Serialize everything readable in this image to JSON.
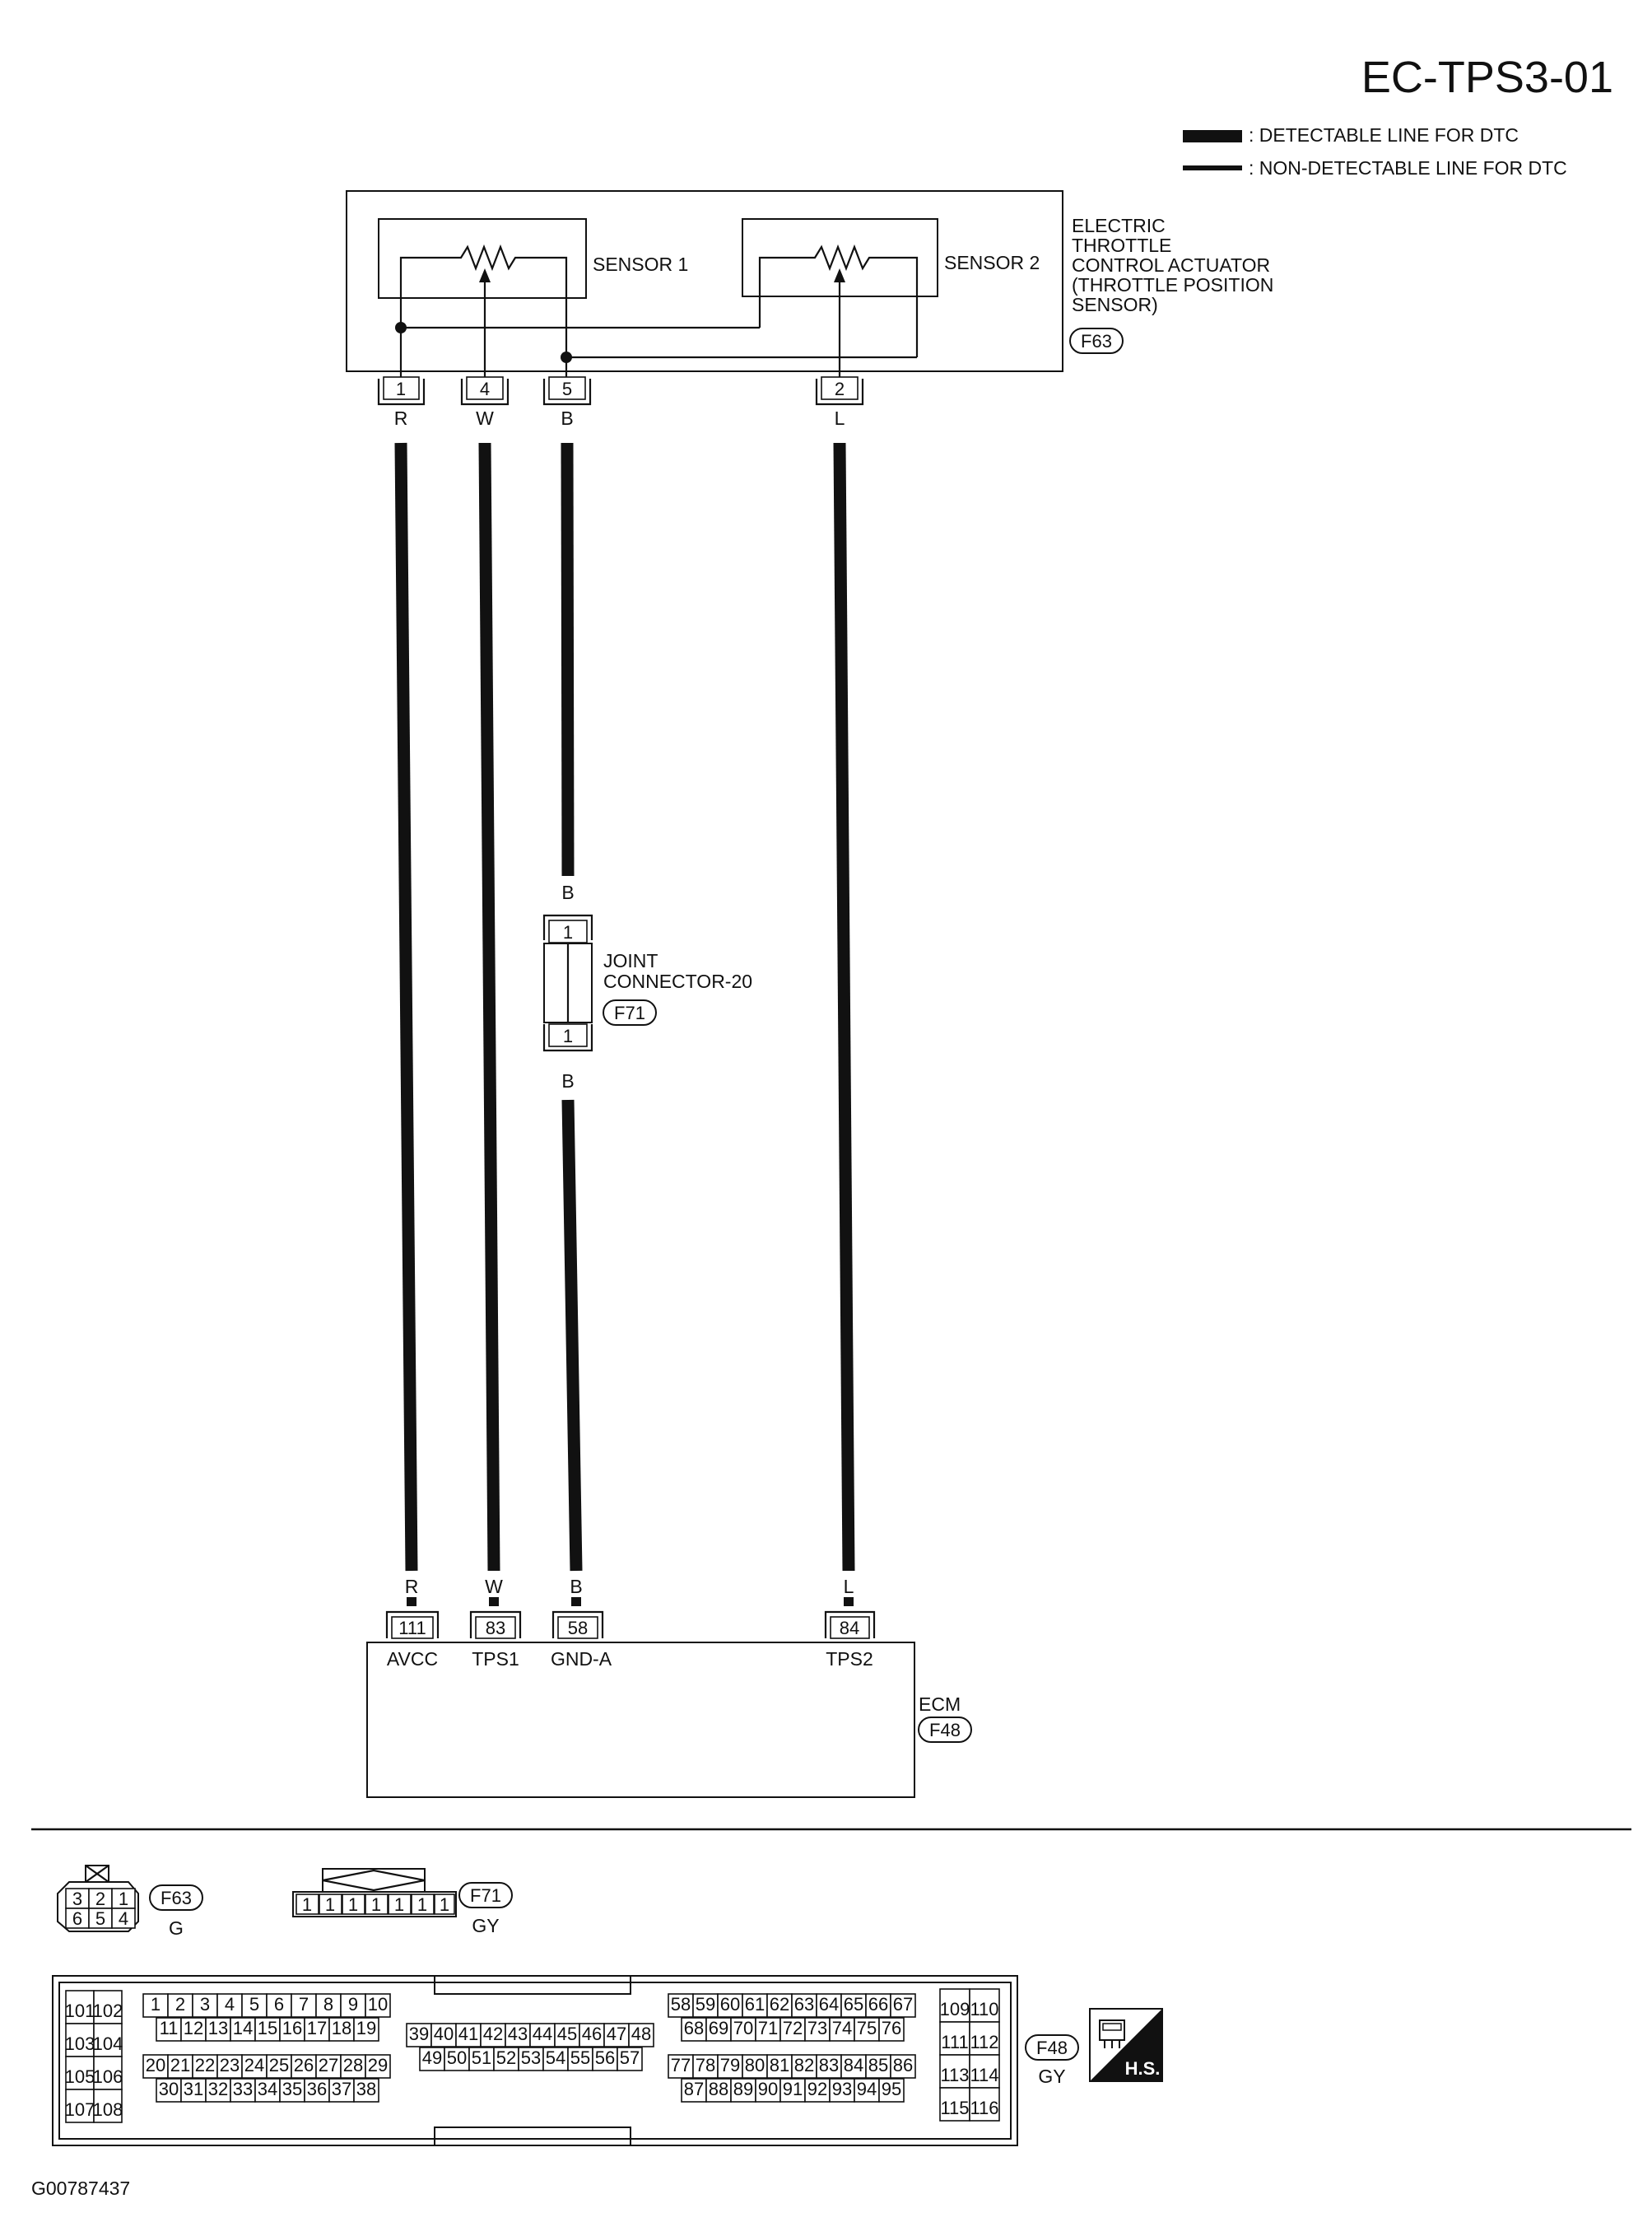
{
  "page": {
    "code": "EC-TPS3-01",
    "drawing_id": "G00787437"
  },
  "legend": [
    {
      "label": ": DETECTABLE LINE FOR DTC"
    },
    {
      "label": ": NON-DETECTABLE LINE FOR DTC"
    }
  ],
  "actuator": {
    "name_lines": [
      "ELECTRIC",
      "THROTTLE",
      "CONTROL ACTUATOR",
      "(THROTTLE POSITION",
      "SENSOR)"
    ],
    "connector": "F63",
    "sensor1": "SENSOR 1",
    "sensor2": "SENSOR 2"
  },
  "wires": [
    {
      "top_pin": "1",
      "color": "R",
      "ecm_pin": "111",
      "ecm_label": "AVCC"
    },
    {
      "top_pin": "4",
      "color": "W",
      "ecm_pin": "83",
      "ecm_label": "TPS1"
    },
    {
      "top_pin": "5",
      "color": "B",
      "ecm_pin": "58",
      "ecm_label": "GND-A"
    },
    {
      "top_pin": "2",
      "color": "L",
      "ecm_pin": "84",
      "ecm_label": "TPS2"
    }
  ],
  "joint": {
    "name_lines": [
      "JOINT",
      "CONNECTOR-20"
    ],
    "connector": "F71",
    "pin_top": "1",
    "pin_bottom": "1",
    "color_top": "B",
    "color_bottom": "B"
  },
  "ecm": {
    "name": "ECM",
    "connector": "F48"
  },
  "conn_f63": {
    "id": "F63",
    "color": "G",
    "row1": [
      "3",
      "2",
      "1"
    ],
    "row2": [
      "6",
      "5",
      "4"
    ]
  },
  "conn_f71": {
    "id": "F71",
    "color": "GY",
    "pins": [
      "1",
      "1",
      "1",
      "1",
      "1",
      "1",
      "1"
    ]
  },
  "conn_f48": {
    "id": "F48",
    "color": "GY",
    "badge": "H.S."
  }
}
